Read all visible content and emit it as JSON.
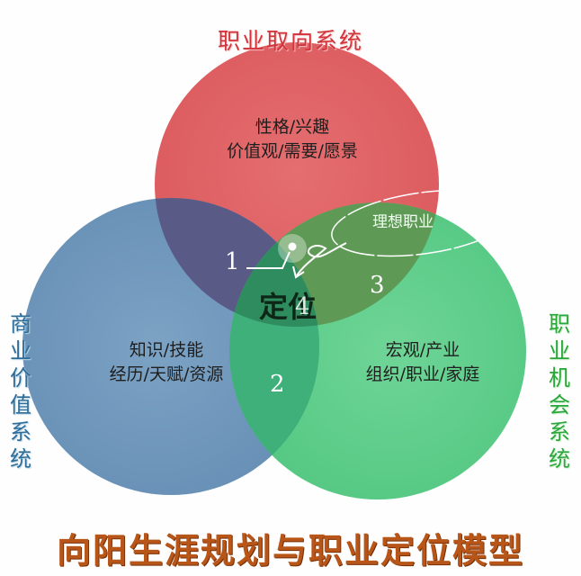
{
  "titles": {
    "top": "职业取向系统",
    "left": "商业价值系统",
    "right": "职业机会系统",
    "bottom": "向阳生涯规划与职业定位模型"
  },
  "circles": {
    "red": {
      "line1": "性格/兴趣",
      "line2": "价值观/需要/愿景",
      "color": "#e06466"
    },
    "blue": {
      "line1": "知识/技能",
      "line2": "经历/天赋/资源",
      "color": "#6f9ac0"
    },
    "green": {
      "line1": "宏观/产业",
      "line2": "组织/职业/家庭",
      "color": "#5fcf8c"
    }
  },
  "intersections": {
    "n1": "1",
    "n2": "2",
    "n3": "3",
    "n4": "4",
    "center_label": "定位"
  },
  "annotation": {
    "ideal_career": "理想职业"
  },
  "chart_data": {
    "type": "venn",
    "title": "向阳生涯规划与职业定位模型",
    "sets": [
      {
        "name": "职业取向系统",
        "items": [
          "性格/兴趣",
          "价值观/需要/愿景"
        ],
        "color": "#e06466"
      },
      {
        "name": "商业价值系统",
        "items": [
          "知识/技能",
          "经历/天赋/资源"
        ],
        "color": "#6f9ac0"
      },
      {
        "name": "职业机会系统",
        "items": [
          "宏观/产业",
          "组织/职业/家庭"
        ],
        "color": "#5fcf8c"
      }
    ],
    "regions": [
      {
        "label": "1",
        "sets": [
          "职业取向系统",
          "商业价值系统"
        ]
      },
      {
        "label": "2",
        "sets": [
          "商业价值系统",
          "职业机会系统"
        ]
      },
      {
        "label": "3",
        "sets": [
          "职业取向系统",
          "职业机会系统"
        ]
      },
      {
        "label": "4",
        "sets": [
          "职业取向系统",
          "商业价值系统",
          "职业机会系统"
        ],
        "name": "定位"
      }
    ],
    "annotations": [
      "理想职业"
    ]
  }
}
